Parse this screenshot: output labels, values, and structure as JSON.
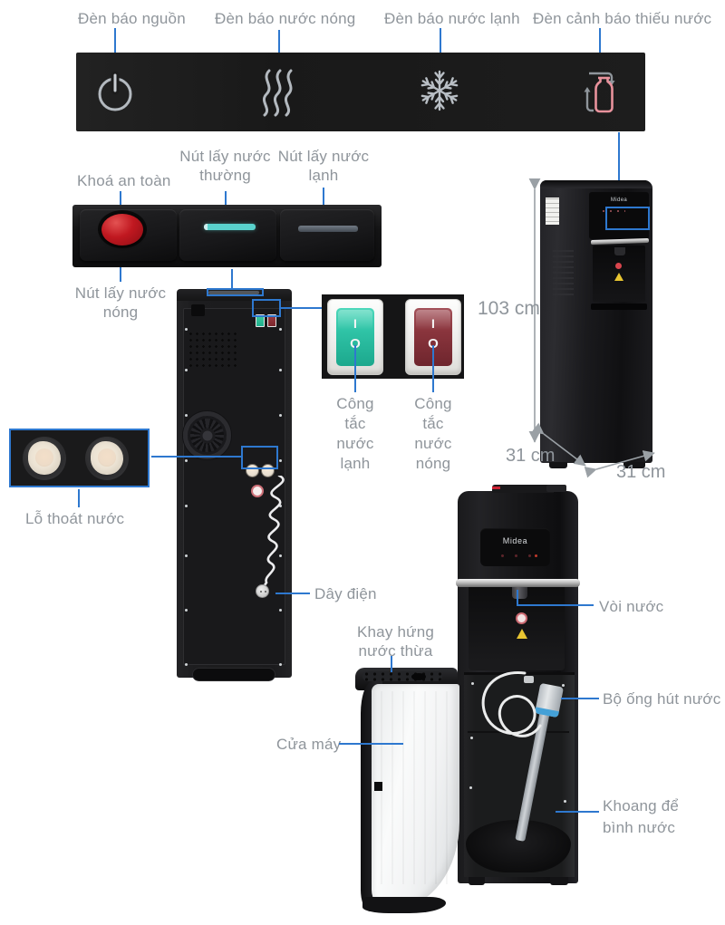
{
  "product": {
    "brand": "Midea"
  },
  "indicator_panel": {
    "labels": {
      "power": "Đèn báo nguồn",
      "hot": "Đèn báo nước nóng",
      "cold": "Đèn báo nước lạnh",
      "low_water": "Đèn cảnh báo thiếu nước"
    },
    "icons": [
      "power-icon",
      "heat-icon",
      "snowflake-icon",
      "bottle-refill-icon"
    ]
  },
  "buttons_panel": {
    "labels": {
      "safety_lock": "Khoá an toàn",
      "normal_water": "Nút lấy nước thường",
      "cold_water": "Nút lấy nước lạnh",
      "hot_water": "Nút lấy nước nóng"
    }
  },
  "rear_view": {
    "labels": {
      "drain_hole": "Lỗ thoát nước",
      "power_cord": "Dây điện"
    },
    "switches": {
      "cold": "Công tắc nước lạnh",
      "hot": "Công tắc nước nóng",
      "on_mark": "I",
      "off_mark": "O"
    }
  },
  "dimensions": {
    "height": "103 cm",
    "depth": "31 cm",
    "width": "31 cm"
  },
  "front_view": {
    "labels": {
      "tap": "Vòi nước",
      "drip_tray": "Khay hứng nước thừa",
      "door": "Cửa máy",
      "suction_tube": "Bộ ống hút nước",
      "bottle_compartment": "Khoang để bình nước"
    }
  },
  "colors": {
    "leader_blue": "#2e78cf",
    "label_gray": "#8f959b",
    "safety_red": "#c01820",
    "normal_teal": "#59d2cd",
    "switch_green": "#2fc3a6",
    "switch_red": "#8a353d",
    "low_water_pink": "#e8929c"
  }
}
